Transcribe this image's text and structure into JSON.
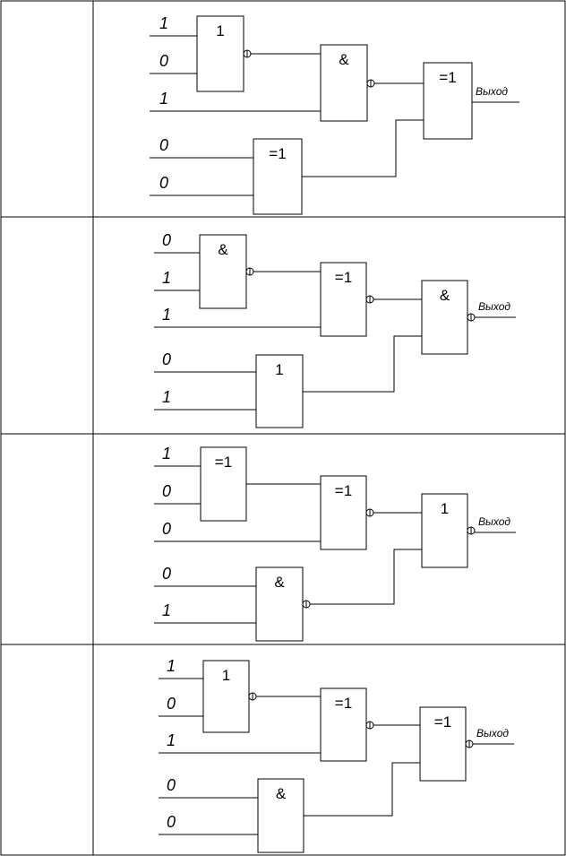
{
  "circuits": [
    {
      "gates": [
        {
          "symbol": "1",
          "inverted": true
        },
        {
          "symbol": "&",
          "inverted": true
        },
        {
          "symbol": "=1",
          "inverted": false
        },
        {
          "symbol": "=1",
          "inverted": false
        }
      ],
      "inputs": [
        "1",
        "0",
        "1",
        "0",
        "0"
      ],
      "output_label": "Выход"
    },
    {
      "gates": [
        {
          "symbol": "&",
          "inverted": true
        },
        {
          "symbol": "=1",
          "inverted": true
        },
        {
          "symbol": "&",
          "inverted": true
        },
        {
          "symbol": "1",
          "inverted": false
        }
      ],
      "inputs": [
        "0",
        "1",
        "1",
        "0",
        "1"
      ],
      "output_label": "Выход"
    },
    {
      "gates": [
        {
          "symbol": "=1",
          "inverted": false
        },
        {
          "symbol": "=1",
          "inverted": true
        },
        {
          "symbol": "1",
          "inverted": true
        },
        {
          "symbol": "&",
          "inverted": true
        }
      ],
      "inputs": [
        "1",
        "0",
        "0",
        "0",
        "1"
      ],
      "output_label": "Выход"
    },
    {
      "gates": [
        {
          "symbol": "1",
          "inverted": true
        },
        {
          "symbol": "=1",
          "inverted": true
        },
        {
          "symbol": "=1",
          "inverted": true
        },
        {
          "symbol": "&",
          "inverted": false
        }
      ],
      "inputs": [
        "1",
        "0",
        "1",
        "0",
        "0"
      ],
      "output_label": "Выход"
    }
  ]
}
